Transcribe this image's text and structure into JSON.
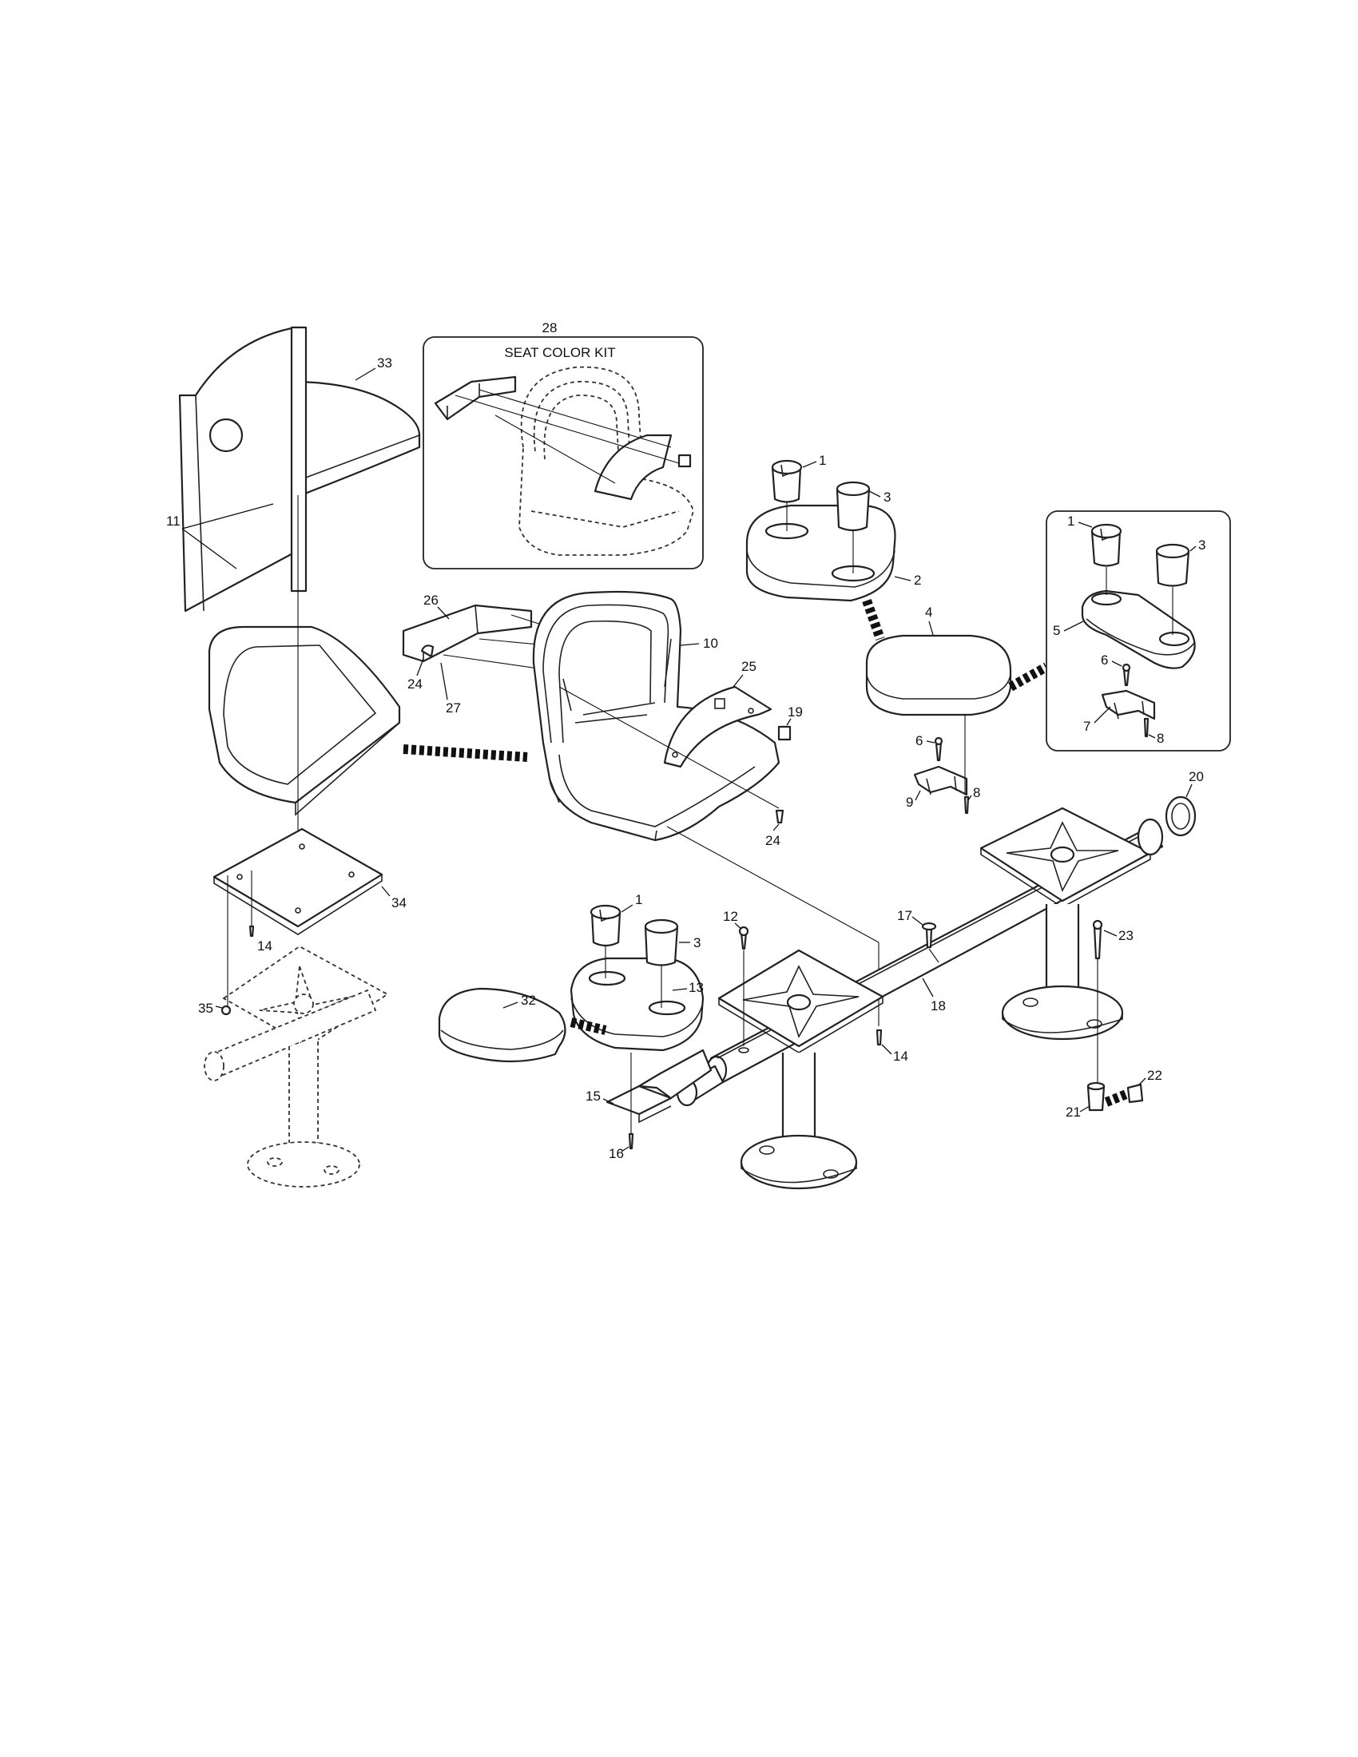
{
  "inset_seat_kit": {
    "number": "28",
    "title": "SEAT COLOR KIT"
  },
  "callouts": {
    "c1a": "1",
    "c3a": "3",
    "c2": "2",
    "c4": "4",
    "c1b": "1",
    "c3b": "3",
    "c5": "5",
    "c6b": "6",
    "c7": "7",
    "c8b": "8",
    "c33": "33",
    "c11": "11",
    "c26": "26",
    "c24a": "24",
    "c27": "27",
    "c10": "10",
    "c25": "25",
    "c19": "19",
    "c24b": "24",
    "c6a": "6",
    "c9": "9",
    "c8a": "8",
    "c20": "20",
    "c17": "17",
    "c34": "34",
    "c14a": "14",
    "c35": "35",
    "c1c": "1",
    "c3c": "3",
    "c12": "12",
    "c13": "13",
    "c32": "32",
    "c18": "18",
    "c23": "23",
    "c14b": "14",
    "c15": "15",
    "c16": "16",
    "c22": "22",
    "c21": "21"
  }
}
